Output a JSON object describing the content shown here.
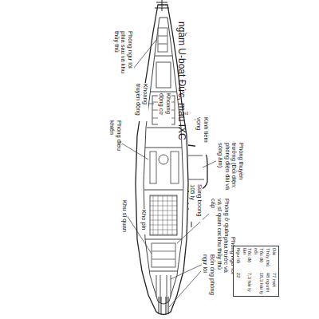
{
  "diagram": {
    "title": "ngầm U-boat Đức, mẫu IXC",
    "labels": [
      "Phòng ngư lôi phía sau và khu thủy thủ",
      "Khoang truyền động",
      "Khoang động cơ",
      "Kính tiềm vọng",
      "Phòng điều khiển",
      "Phòng thuyền trưởng (Đối diện: phòng điện đài và sóng âm)",
      "Súng boong 105 ly",
      "Phòng ở quản và sĩ quan cao cấp",
      "Phòng ngư lôi phía trước và khu thủy thủ",
      "Khu sĩ quan",
      "Kho pin",
      "Bốn ống phóng ngư lôi",
      "Dài",
      "77 mét",
      "Thủy thủ",
      "48 người",
      "Tốc độ nổi",
      "18,3 hải lý",
      "Tốc độ lặn",
      "7,3 hải lý",
      "Ngư lôi",
      "22"
    ]
  }
}
